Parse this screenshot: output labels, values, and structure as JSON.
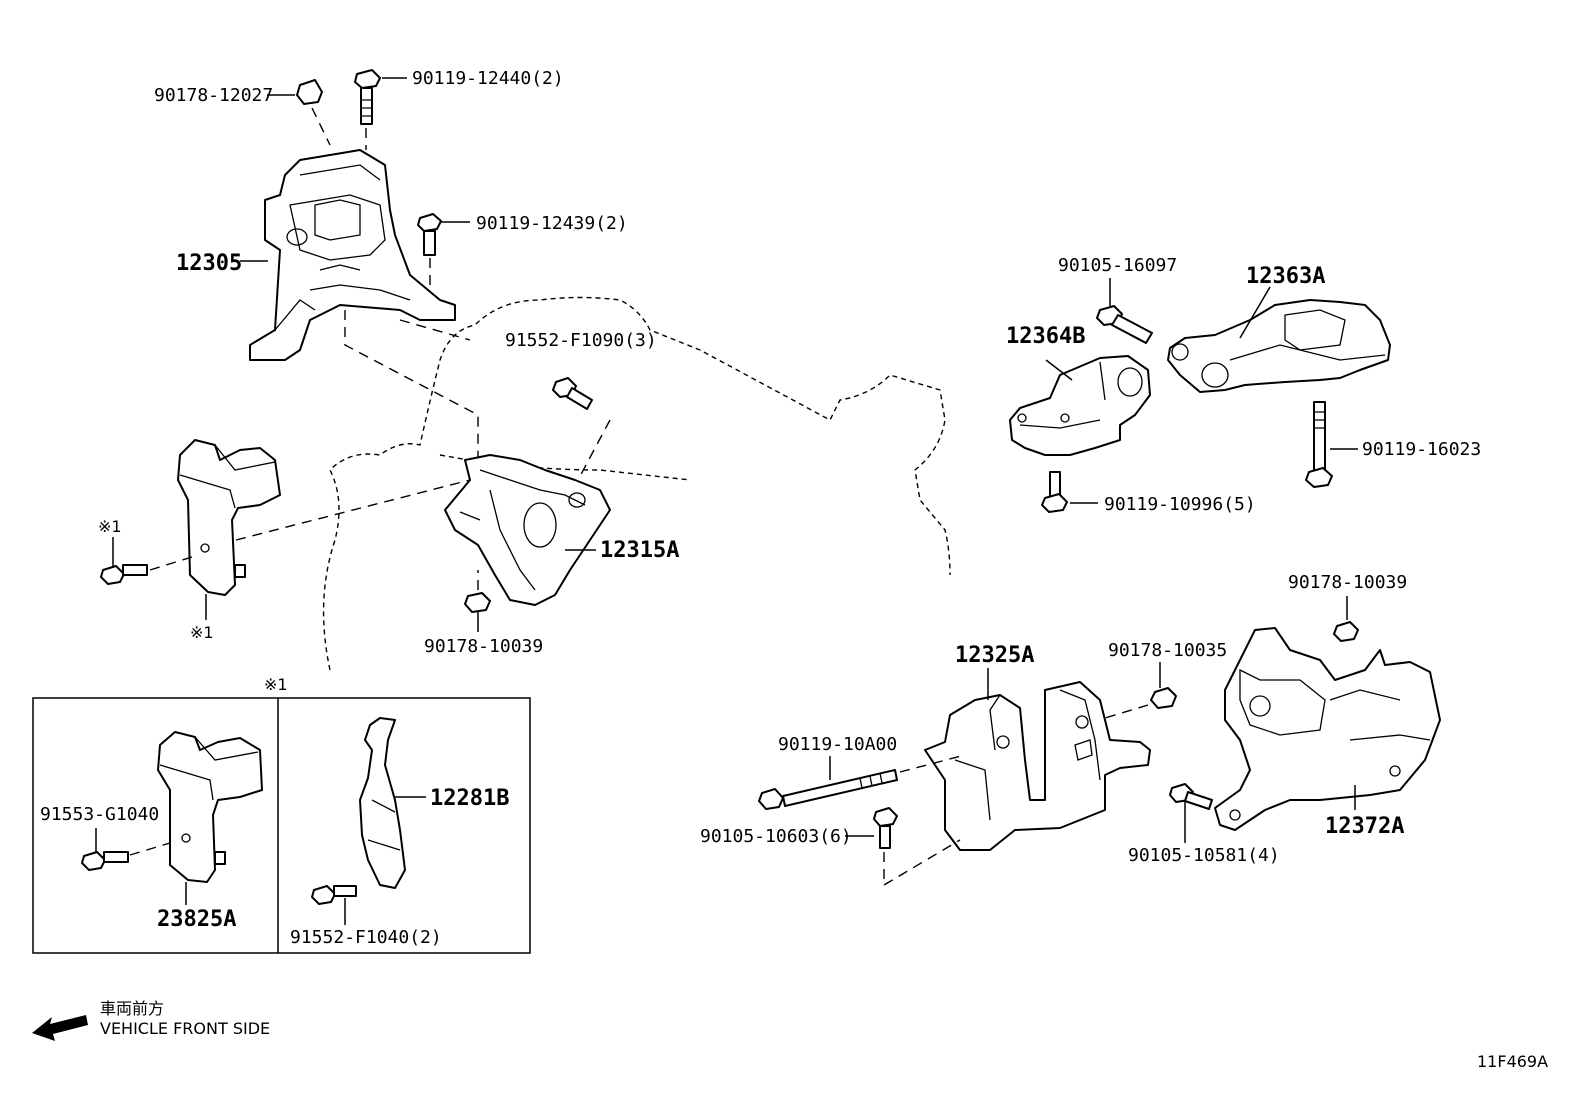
{
  "labels": {
    "p_90178_12027": "90178-12027",
    "p_90119_12440": "90119-12440(2)",
    "p_90119_12439": "90119-12439(2)",
    "p_12305": "12305",
    "p_91552_F1090": "91552-F1090(3)",
    "p_12315A": "12315A",
    "p_90178_10039_a": "90178-10039",
    "p_note1_top": "※1",
    "p_note1_bottom": "※1",
    "p_note1_box": "※1",
    "p_91553_G1040": "91553-G1040",
    "p_23825A": "23825A",
    "p_12281B": "12281B",
    "p_91552_F1040": "91552-F1040(2)",
    "p_90105_16097": "90105-16097",
    "p_12363A": "12363A",
    "p_12364B": "12364B",
    "p_90119_16023": "90119-16023",
    "p_90119_10996": "90119-10996(5)",
    "p_90178_10039_b": "90178-10039",
    "p_12325A": "12325A",
    "p_90178_10035": "90178-10035",
    "p_90119_10A00": "90119-10A00",
    "p_90105_10603": "90105-10603(6)",
    "p_90105_10581": "90105-10581(4)",
    "p_12372A": "12372A"
  },
  "legend": {
    "front_jp": "車両前方",
    "front_en": "VEHICLE FRONT SIDE"
  },
  "diagram_code": "11F469A"
}
